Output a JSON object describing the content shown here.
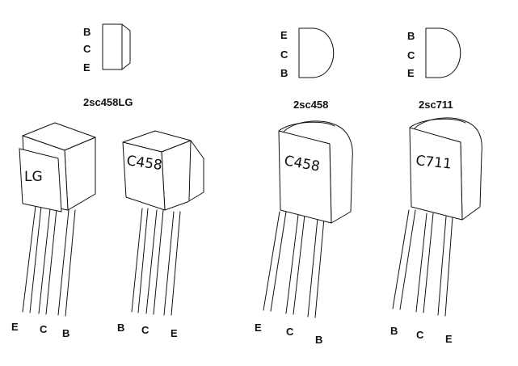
{
  "diagram": {
    "symbols": [
      {
        "pins": [
          "B",
          "C",
          "E"
        ],
        "part": "2sc458LG",
        "shape": "flat"
      },
      {
        "pins": [
          "E",
          "C",
          "B"
        ],
        "part": "2sc458",
        "shape": "d"
      },
      {
        "pins": [
          "B",
          "C",
          "E"
        ],
        "part": "2sc711",
        "shape": "d"
      }
    ],
    "packages": [
      {
        "marking": "LG",
        "leads": [
          "E",
          "C",
          "B"
        ]
      },
      {
        "marking": "C458",
        "leads": [
          "B",
          "C",
          "E"
        ]
      },
      {
        "marking": "C458",
        "leads": [
          "E",
          "C",
          "B"
        ]
      },
      {
        "marking": "C711",
        "leads": [
          "B",
          "C",
          "E"
        ]
      }
    ]
  }
}
